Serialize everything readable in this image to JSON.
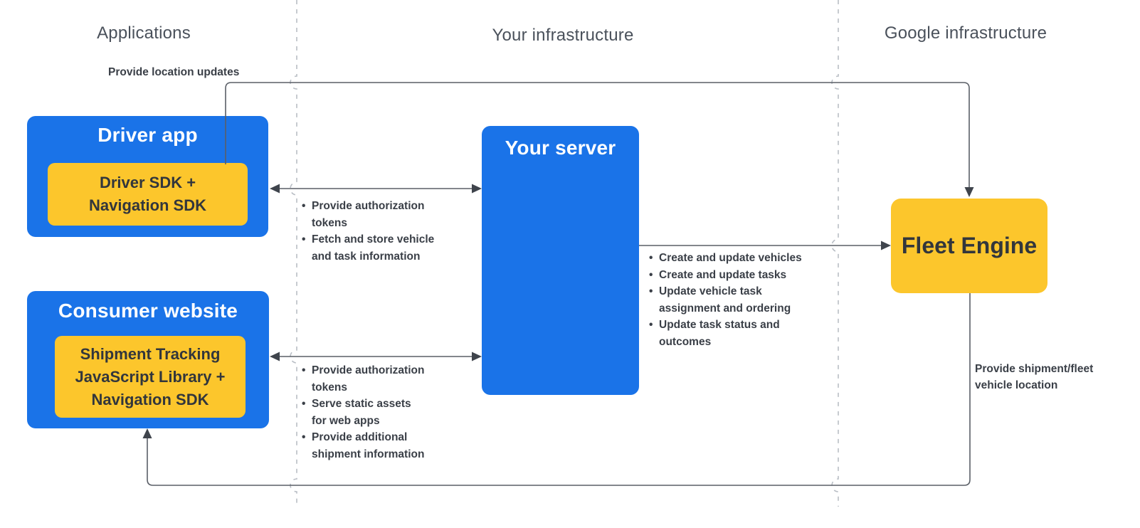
{
  "headers": {
    "applications": "Applications",
    "your_infrastructure": "Your infrastructure",
    "google_infrastructure": "Google infrastructure"
  },
  "nodes": {
    "driver_app": {
      "title": "Driver app",
      "sdk": "Driver SDK +\nNavigation SDK"
    },
    "consumer_website": {
      "title": "Consumer website",
      "sdk": "Shipment Tracking\nJavaScript Library  +\nNavigation SDK"
    },
    "your_server": {
      "title": "Your server"
    },
    "fleet_engine": {
      "title": "Fleet Engine"
    }
  },
  "edge_labels": {
    "provide_location_updates": "Provide location updates",
    "provide_shipment_fleet": "Provide shipment/fleet\nvehicle location"
  },
  "lists": {
    "driver_server": [
      "Provide authorization\ntokens",
      "Fetch and store vehicle\nand task information"
    ],
    "consumer_server": [
      "Provide authorization\ntokens",
      "Serve static assets\nfor web apps",
      "Provide additional\nshipment information"
    ],
    "server_fleet": [
      "Create and update vehicles",
      "Create and update tasks",
      "Update vehicle task\nassignment and ordering",
      "Update task status and\noutcomes"
    ]
  },
  "ui": {
    "bullet": "•"
  },
  "colors": {
    "blue": "#1A73E8",
    "yellow": "#FCC62C",
    "line": "#5A5F67",
    "arrow": "#3F444C",
    "dashed": "#B9BEC5",
    "text-dark": "#3A3F47",
    "header": "#4A515B",
    "node-text": "#32363C",
    "bg": "#FFFFFF"
  }
}
